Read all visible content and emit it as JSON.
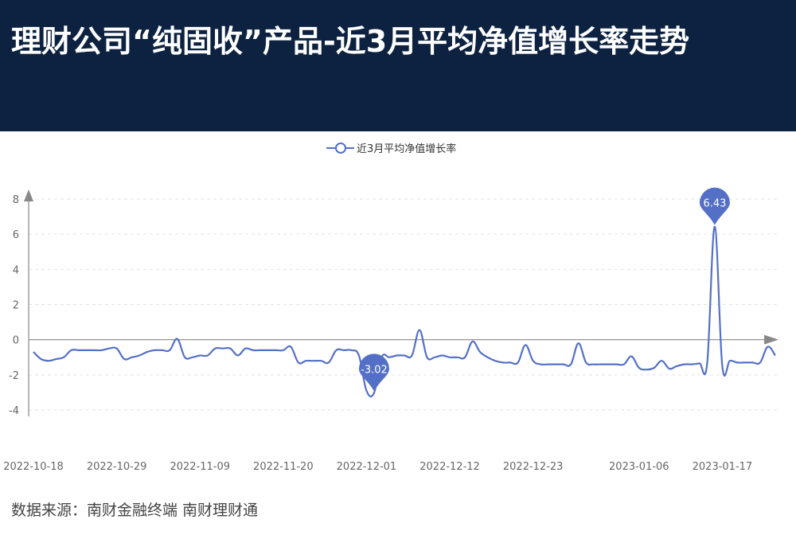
{
  "header": {
    "title": "理财公司“纯固收”产品-近3月平均净值增长率走势"
  },
  "source": "数据来源：南财金融终端 南财理财通",
  "colors": {
    "header_bg": "#0d2240",
    "series": "#5470c6"
  },
  "chart_data": {
    "type": "line",
    "title": "",
    "legend": {
      "position": "top-center",
      "entries": [
        "近3月平均净值增长率"
      ]
    },
    "xlabel": "",
    "ylabel": "",
    "ylim": [
      -4,
      8
    ],
    "yticks": [
      -4,
      -2,
      0,
      2,
      4,
      6,
      8
    ],
    "x_tick_labels": [
      "2022-10-18",
      "2022-10-29",
      "2022-11-09",
      "2022-11-20",
      "2022-12-01",
      "2022-12-12",
      "2022-12-23",
      "2023-01-06",
      "2023-01-17"
    ],
    "grid": "horizontal dashed",
    "series": [
      {
        "name": "近3月平均净值增长率",
        "color": "#5470c6",
        "points": [
          [
            "2022-10-18",
            -0.7
          ],
          [
            "2022-10-19",
            -1.1
          ],
          [
            "2022-10-20",
            -1.2
          ],
          [
            "2022-10-21",
            -1.1
          ],
          [
            "2022-10-22",
            -1.0
          ],
          [
            "2022-10-23",
            -0.6
          ],
          [
            "2022-10-24",
            -0.6
          ],
          [
            "2022-10-25",
            -0.6
          ],
          [
            "2022-10-26",
            -0.6
          ],
          [
            "2022-10-27",
            -0.6
          ],
          [
            "2022-10-28",
            -0.5
          ],
          [
            "2022-10-29",
            -0.5
          ],
          [
            "2022-10-30",
            -1.1
          ],
          [
            "2022-10-31",
            -1.0
          ],
          [
            "2022-11-01",
            -0.9
          ],
          [
            "2022-11-02",
            -0.7
          ],
          [
            "2022-11-03",
            -0.6
          ],
          [
            "2022-11-04",
            -0.6
          ],
          [
            "2022-11-05",
            -0.6
          ],
          [
            "2022-11-06",
            0.05
          ],
          [
            "2022-11-07",
            -1.0
          ],
          [
            "2022-11-08",
            -1.0
          ],
          [
            "2022-11-09",
            -0.9
          ],
          [
            "2022-11-10",
            -0.9
          ],
          [
            "2022-11-11",
            -0.5
          ],
          [
            "2022-11-12",
            -0.5
          ],
          [
            "2022-11-13",
            -0.5
          ],
          [
            "2022-11-14",
            -0.9
          ],
          [
            "2022-11-15",
            -0.5
          ],
          [
            "2022-11-16",
            -0.6
          ],
          [
            "2022-11-17",
            -0.6
          ],
          [
            "2022-11-18",
            -0.6
          ],
          [
            "2022-11-19",
            -0.6
          ],
          [
            "2022-11-20",
            -0.6
          ],
          [
            "2022-11-21",
            -0.4
          ],
          [
            "2022-11-22",
            -1.3
          ],
          [
            "2022-11-23",
            -1.2
          ],
          [
            "2022-11-24",
            -1.2
          ],
          [
            "2022-11-25",
            -1.2
          ],
          [
            "2022-11-26",
            -1.3
          ],
          [
            "2022-11-27",
            -0.6
          ],
          [
            "2022-11-28",
            -0.6
          ],
          [
            "2022-11-29",
            -0.6
          ],
          [
            "2022-11-30",
            -0.9
          ],
          [
            "2022-12-01",
            -2.9
          ],
          [
            "2022-12-02",
            -3.02
          ],
          [
            "2022-12-03",
            -1.0
          ],
          [
            "2022-12-04",
            -1.0
          ],
          [
            "2022-12-05",
            -0.9
          ],
          [
            "2022-12-06",
            -0.9
          ],
          [
            "2022-12-07",
            -0.9
          ],
          [
            "2022-12-08",
            0.55
          ],
          [
            "2022-12-09",
            -1.0
          ],
          [
            "2022-12-10",
            -1.0
          ],
          [
            "2022-12-11",
            -0.9
          ],
          [
            "2022-12-12",
            -1.0
          ],
          [
            "2022-12-13",
            -1.0
          ],
          [
            "2022-12-14",
            -1.0
          ],
          [
            "2022-12-15",
            -0.1
          ],
          [
            "2022-12-16",
            -0.7
          ],
          [
            "2022-12-17",
            -1.0
          ],
          [
            "2022-12-18",
            -1.2
          ],
          [
            "2022-12-19",
            -1.3
          ],
          [
            "2022-12-20",
            -1.3
          ],
          [
            "2022-12-21",
            -1.3
          ],
          [
            "2022-12-22",
            -0.3
          ],
          [
            "2022-12-23",
            -1.2
          ],
          [
            "2022-12-24",
            -1.4
          ],
          [
            "2022-12-25",
            -1.4
          ],
          [
            "2022-12-26",
            -1.4
          ],
          [
            "2022-12-27",
            -1.4
          ],
          [
            "2022-12-28",
            -1.4
          ],
          [
            "2022-12-29",
            -0.2
          ],
          [
            "2022-12-30",
            -1.3
          ],
          [
            "2022-12-31",
            -1.4
          ],
          [
            "2023-01-01",
            -1.4
          ],
          [
            "2023-01-02",
            -1.4
          ],
          [
            "2023-01-03",
            -1.4
          ],
          [
            "2023-01-04",
            -1.4
          ],
          [
            "2023-01-05",
            -0.95
          ],
          [
            "2023-01-06",
            -1.6
          ],
          [
            "2023-01-07",
            -1.7
          ],
          [
            "2023-01-08",
            -1.6
          ],
          [
            "2023-01-09",
            -1.2
          ],
          [
            "2023-01-10",
            -1.65
          ],
          [
            "2023-01-11",
            -1.5
          ],
          [
            "2023-01-12",
            -1.4
          ],
          [
            "2023-01-13",
            -1.4
          ],
          [
            "2023-01-14",
            -1.35
          ],
          [
            "2023-01-15",
            -1.35
          ],
          [
            "2023-01-16",
            6.43
          ],
          [
            "2023-01-17",
            -1.5
          ],
          [
            "2023-01-18",
            -1.2
          ],
          [
            "2023-01-19",
            -1.3
          ],
          [
            "2023-01-20",
            -1.3
          ],
          [
            "2023-01-21",
            -1.3
          ],
          [
            "2023-01-22",
            -1.3
          ],
          [
            "2023-01-23",
            -0.4
          ],
          [
            "2023-01-24",
            -0.9
          ]
        ]
      }
    ],
    "markers": [
      {
        "type": "min",
        "x": "2022-12-02",
        "value": -3.02,
        "label": "-3.02"
      },
      {
        "type": "max",
        "x": "2023-01-16",
        "value": 6.43,
        "label": "6.43"
      }
    ]
  }
}
